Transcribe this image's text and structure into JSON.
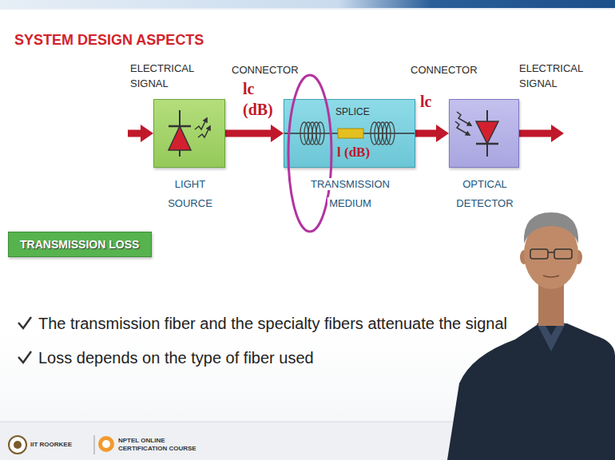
{
  "diagram": {
    "title": "SYSTEM DESIGN ASPECTS",
    "nodes": [
      {
        "text": [
          "LIGHT SOURCE"
        ]
      },
      {
        "text": [
          "SPLICE",
          "l (dB)",
          "TRANSMISSION MEDIUM"
        ]
      },
      {
        "text": [
          "OPTICAL DETECTOR"
        ]
      },
      {
        "text": [
          "TRANSMISSION LOSS"
        ]
      }
    ],
    "edges": [
      {
        "from": 0,
        "to": 1,
        "arrow": "to",
        "label": "lc (dB)"
      },
      {
        "from": 1,
        "to": 2,
        "arrow": "to",
        "label": "lc"
      }
    ],
    "labels": [
      "ELECTRICAL SIGNAL",
      "CONNECTOR",
      "CONNECTOR",
      "ELECTRICAL SIGNAL",
      "The transmission fiber and the specialty fibers attenuate the signal",
      "Loss depends on the type of fiber used",
      "IIT ROORKEE",
      "NPTEL ONLINE CERTIFICATION COURSE"
    ]
  }
}
